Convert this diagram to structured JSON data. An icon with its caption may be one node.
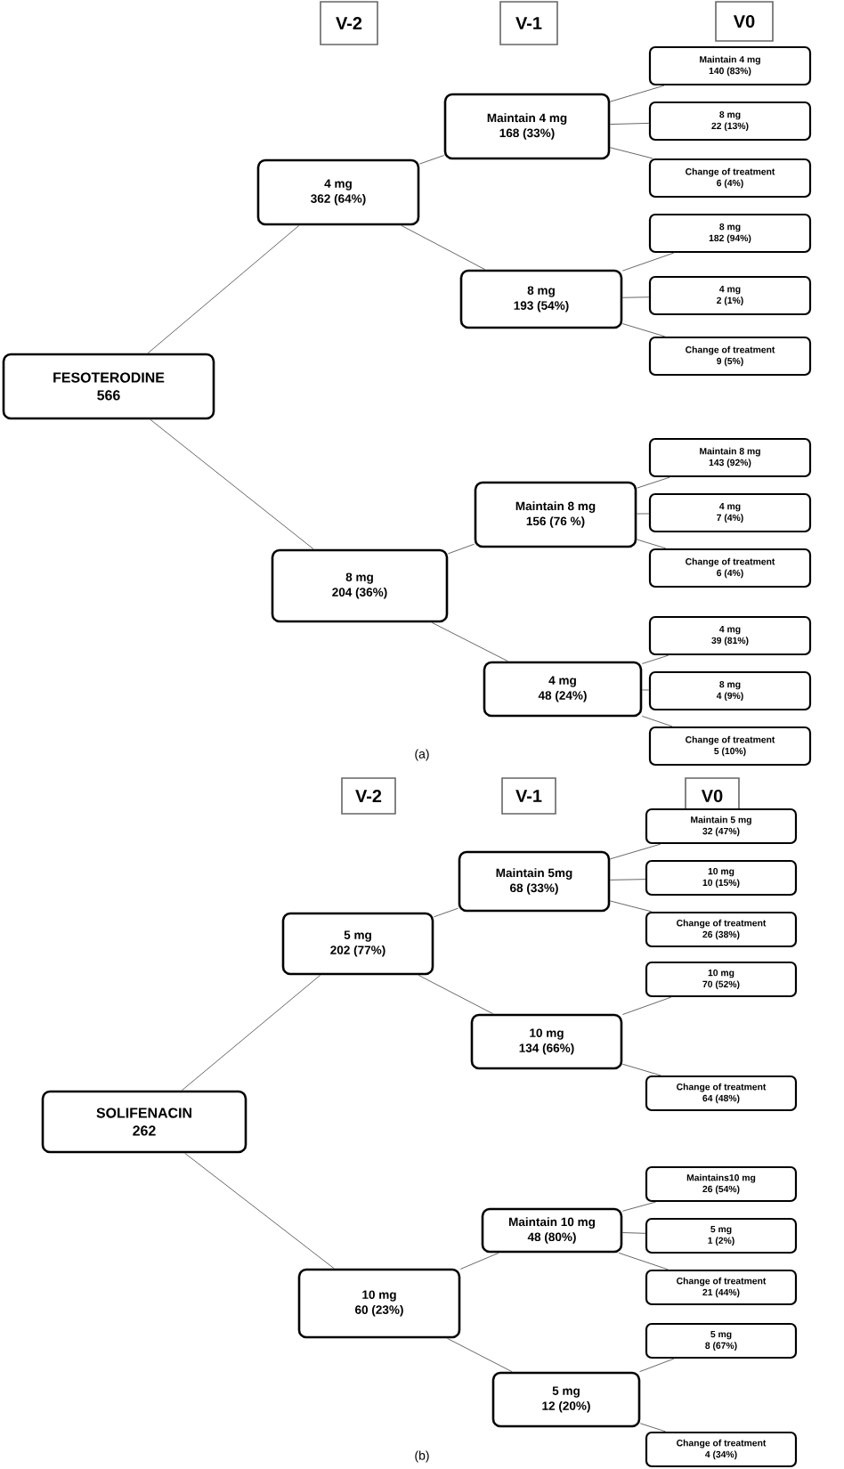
{
  "diagram": {
    "nodes": [
      {
        "text": [
          "V-2"
        ]
      },
      {
        "text": [
          "V-1"
        ]
      },
      {
        "text": [
          "V0"
        ]
      },
      {
        "text": [
          "FESOTERODINE",
          "566"
        ]
      },
      {
        "text": [
          "4 mg",
          "362 (64%)"
        ]
      },
      {
        "text": [
          "8 mg",
          "204 (36%)"
        ]
      },
      {
        "text": [
          "Maintain 4 mg",
          "168 (33%)"
        ]
      },
      {
        "text": [
          "8 mg",
          "193 (54%)"
        ]
      },
      {
        "text": [
          "Maintain 8 mg",
          "156 (76 %)"
        ]
      },
      {
        "text": [
          "4 mg",
          "48 (24%)"
        ]
      },
      {
        "text": [
          "Maintain 4 mg",
          "140 (83%)"
        ]
      },
      {
        "text": [
          "8 mg",
          "22 (13%)"
        ]
      },
      {
        "text": [
          "Change of treatment",
          "6 (4%)"
        ]
      },
      {
        "text": [
          "8 mg",
          "182 (94%)"
        ]
      },
      {
        "text": [
          "4 mg",
          "2 (1%)"
        ]
      },
      {
        "text": [
          "Change of treatment",
          "9 (5%)"
        ]
      },
      {
        "text": [
          "Maintain 8 mg",
          "143 (92%)"
        ]
      },
      {
        "text": [
          "4 mg",
          "7 (4%)"
        ]
      },
      {
        "text": [
          "Change of treatment",
          "6 (4%)"
        ]
      },
      {
        "text": [
          "4 mg",
          "39 (81%)"
        ]
      },
      {
        "text": [
          "8 mg",
          "4 (9%)"
        ]
      },
      {
        "text": [
          "Change of treatment",
          "5 (10%)"
        ]
      },
      {
        "text": [
          "V-2"
        ]
      },
      {
        "text": [
          "V-1"
        ]
      },
      {
        "text": [
          "V0"
        ]
      },
      {
        "text": [
          "SOLIFENACIN",
          "262"
        ]
      },
      {
        "text": [
          "5 mg",
          "202 (77%)"
        ]
      },
      {
        "text": [
          "10 mg",
          "60 (23%)"
        ]
      },
      {
        "text": [
          "Maintain 5mg",
          "68 (33%)"
        ]
      },
      {
        "text": [
          "10 mg",
          "134 (66%)"
        ]
      },
      {
        "text": [
          "Maintain 10 mg",
          "48 (80%)"
        ]
      },
      {
        "text": [
          "5 mg",
          "12 (20%)"
        ]
      },
      {
        "text": [
          "Maintain 5 mg",
          "32 (47%)"
        ]
      },
      {
        "text": [
          "10 mg",
          "10 (15%)"
        ]
      },
      {
        "text": [
          "Change of treatment",
          "26 (38%)"
        ]
      },
      {
        "text": [
          "10 mg",
          "70 (52%)"
        ]
      },
      {
        "text": [
          "Change of treatment",
          "64 (48%)"
        ]
      },
      {
        "text": [
          "Maintains10 mg",
          "26 (54%)"
        ]
      },
      {
        "text": [
          "5 mg",
          "1 (2%)"
        ]
      },
      {
        "text": [
          "Change of treatment",
          "21 (44%)"
        ]
      },
      {
        "text": [
          "5 mg",
          "8 (67%)"
        ]
      },
      {
        "text": [
          "Change of treatment",
          "4 (34%)"
        ]
      }
    ],
    "edges": [
      {
        "from": 3,
        "to": 4,
        "arrow": "none"
      },
      {
        "from": 3,
        "to": 5,
        "arrow": "none"
      },
      {
        "from": 4,
        "to": 6,
        "arrow": "none"
      },
      {
        "from": 4,
        "to": 7,
        "arrow": "none"
      },
      {
        "from": 5,
        "to": 8,
        "arrow": "none"
      },
      {
        "from": 5,
        "to": 9,
        "arrow": "none"
      },
      {
        "from": 6,
        "to": 10,
        "arrow": "none"
      },
      {
        "from": 6,
        "to": 11,
        "arrow": "none"
      },
      {
        "from": 6,
        "to": 12,
        "arrow": "none"
      },
      {
        "from": 7,
        "to": 13,
        "arrow": "none"
      },
      {
        "from": 7,
        "to": 14,
        "arrow": "none"
      },
      {
        "from": 7,
        "to": 15,
        "arrow": "none"
      },
      {
        "from": 8,
        "to": 16,
        "arrow": "none"
      },
      {
        "from": 8,
        "to": 17,
        "arrow": "none"
      },
      {
        "from": 8,
        "to": 18,
        "arrow": "none"
      },
      {
        "from": 9,
        "to": 19,
        "arrow": "none"
      },
      {
        "from": 9,
        "to": 20,
        "arrow": "none"
      },
      {
        "from": 9,
        "to": 21,
        "arrow": "none"
      },
      {
        "from": 25,
        "to": 26,
        "arrow": "none"
      },
      {
        "from": 25,
        "to": 27,
        "arrow": "none"
      },
      {
        "from": 26,
        "to": 28,
        "arrow": "none"
      },
      {
        "from": 26,
        "to": 29,
        "arrow": "none"
      },
      {
        "from": 27,
        "to": 30,
        "arrow": "none"
      },
      {
        "from": 27,
        "to": 31,
        "arrow": "none"
      },
      {
        "from": 28,
        "to": 32,
        "arrow": "none"
      },
      {
        "from": 28,
        "to": 33,
        "arrow": "none"
      },
      {
        "from": 28,
        "to": 34,
        "arrow": "none"
      },
      {
        "from": 29,
        "to": 35,
        "arrow": "none"
      },
      {
        "from": 29,
        "to": 36,
        "arrow": "none"
      },
      {
        "from": 30,
        "to": 37,
        "arrow": "none"
      },
      {
        "from": 30,
        "to": 38,
        "arrow": "none"
      },
      {
        "from": 30,
        "to": 39,
        "arrow": "none"
      },
      {
        "from": 31,
        "to": 40,
        "arrow": "none"
      },
      {
        "from": 31,
        "to": 41,
        "arrow": "none"
      }
    ],
    "labels": [
      "(a)",
      "(b)"
    ]
  }
}
